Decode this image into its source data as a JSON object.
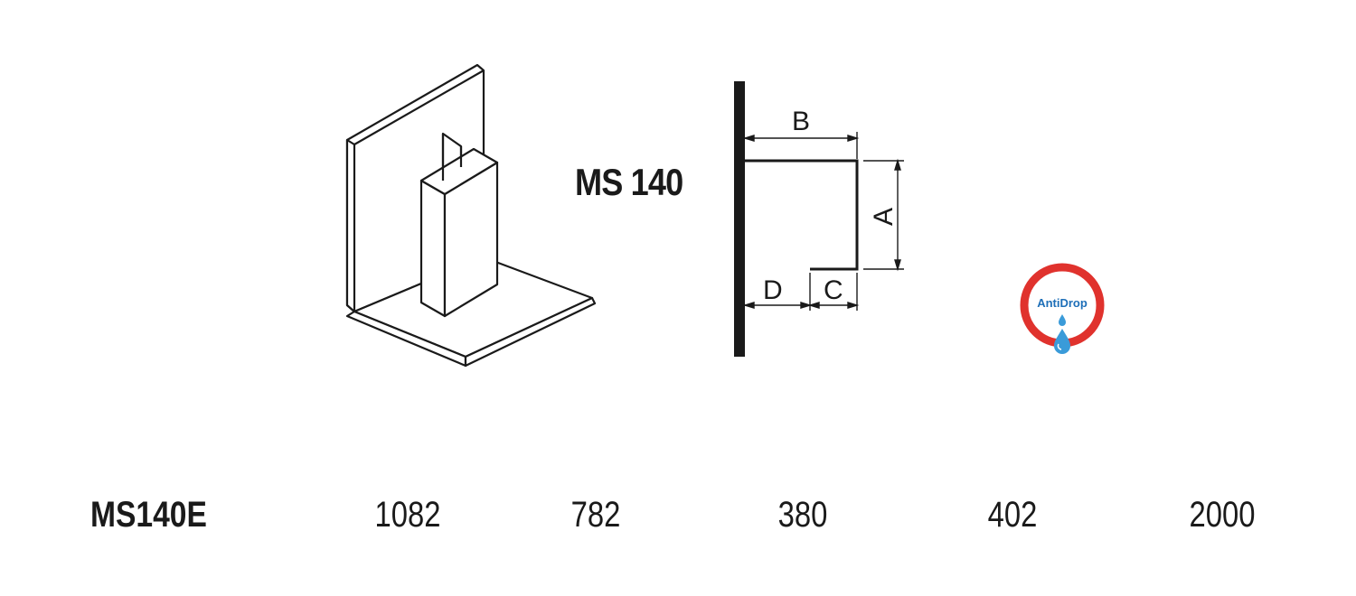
{
  "product": {
    "model_title": "MS 140",
    "antidrop_badge": "AntiDrop"
  },
  "profile": {
    "dimension_labels": {
      "a": "A",
      "b": "B",
      "c": "C",
      "d": "D"
    }
  },
  "spec_row": {
    "code": "MS140E",
    "values": [
      "1082",
      "782",
      "380",
      "402",
      "2000"
    ]
  },
  "colors": {
    "line": "#1a1a1a",
    "fill_light": "#ffffff",
    "badge_ring": "#e0322d",
    "badge_text": "#1e6fb8",
    "drop": "#3a9bd9"
  }
}
